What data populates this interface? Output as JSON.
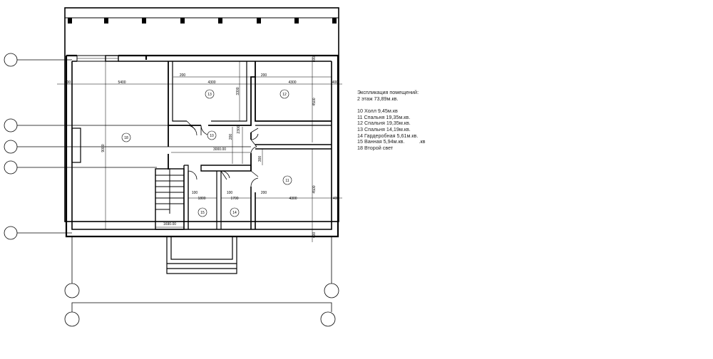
{
  "legend": {
    "title": "Экспликация помещений:",
    "subtitle": "2 этаж 73,89м.кв.",
    "items": [
      "10 Холл 9,45м.кв",
      "11 Спальня 19,35м.кв.",
      "12 Спальня 19,35м.кв.",
      "13 Спальня 14,19м.кв.",
      "14 Гардеробная 5,61м.кв.",
      "15 Ванная 5,94м.кв.",
      "18 Второй свет"
    ],
    "stray": ".кв"
  },
  "rooms": {
    "r10": "10",
    "r11": "11",
    "r12": "12",
    "r13": "13",
    "r14": "14",
    "r15": "15",
    "r18": "18"
  },
  "dims": {
    "d400_left": "400",
    "d5400": "5400",
    "d200_a": "200",
    "d4300_a": "4300",
    "d200_b": "200",
    "d4300_b": "4300",
    "d400_right": "400",
    "d3300": "3300",
    "d4500": "4500",
    "d9000": "9000",
    "d200_c": "200",
    "d2300": "2300",
    "d3000": "3000.00",
    "d300": "300",
    "d4500_b": "4500",
    "d100_a": "100",
    "d1800": "1800",
    "d100_b": "100",
    "d1700": "1700",
    "d200_d": "200",
    "d4300_c": "4300",
    "d400_right_b": "400",
    "d1690": "1690.00",
    "d400_top": "400",
    "d400_bottom": "400"
  }
}
